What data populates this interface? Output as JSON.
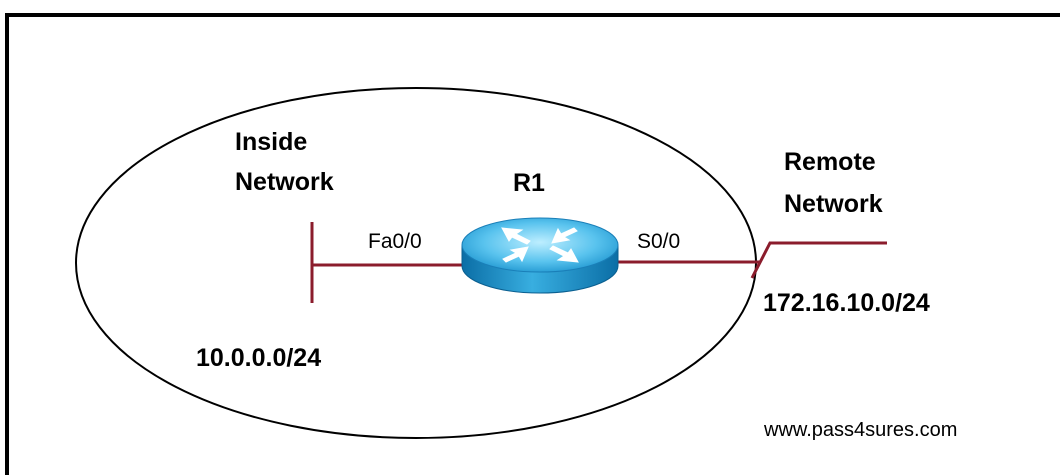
{
  "diagram": {
    "inside_label_line1": "Inside",
    "inside_label_line2": "Network",
    "inside_subnet": "10.0.0.0/24",
    "router_name": "R1",
    "fa_interface": "Fa0/0",
    "serial_interface": "S0/0",
    "remote_label_line1": "Remote",
    "remote_label_line2": "Network",
    "remote_subnet": "172.16.10.0/24",
    "watermark": "www.pass4sures.com"
  },
  "colors": {
    "link": "#8b1c2c",
    "router_top": "#7fd4f2",
    "router_side": "#1a8fc9",
    "arrows": "#ffffff",
    "border": "#000000"
  },
  "icons": {
    "router": "router-icon"
  }
}
